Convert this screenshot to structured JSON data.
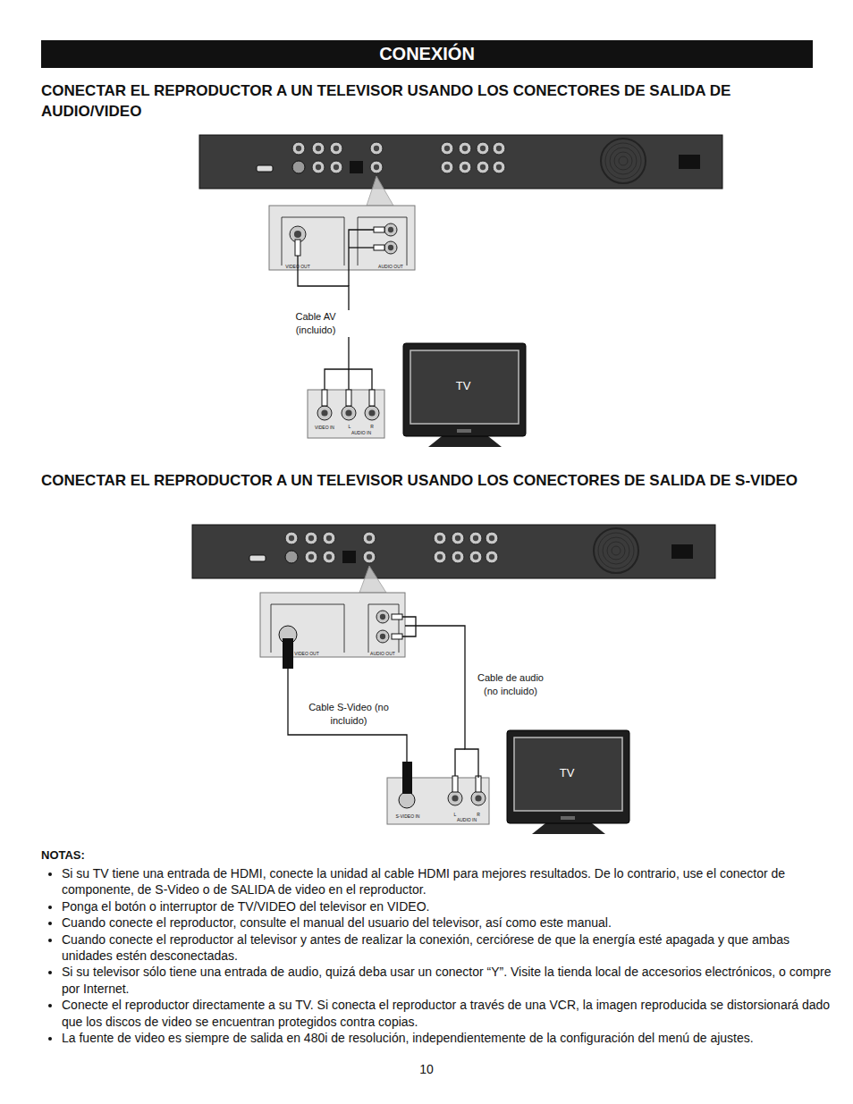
{
  "diagram": {
    "title": "CONEXIÓN",
    "nodes": [
      {
        "text": [
          "VIDEO OUT",
          "AUDIO OUT"
        ]
      },
      {
        "text": [
          "VIDEO IN",
          "L",
          "R",
          "AUDIO IN"
        ]
      },
      {
        "text": [
          "TV"
        ]
      },
      {
        "text": [
          "VIDEO OUT",
          "AUDIO OUT"
        ]
      },
      {
        "text": [
          "S-VIDEO IN",
          "L",
          "R",
          "AUDIO IN"
        ]
      },
      {
        "text": [
          "TV"
        ]
      }
    ],
    "edges": [
      {
        "from": 0,
        "to": 1,
        "arrow": "none",
        "label": "Cable AV (incluido)"
      },
      {
        "from": 3,
        "to": 4,
        "arrow": "none",
        "label": "Cable S-Video (no incluido)"
      },
      {
        "from": 3,
        "to": 4,
        "arrow": "none",
        "label": "Cable de audio (no incluido)"
      }
    ],
    "labels": [
      "CONECTAR  EL REPRODUCTOR A UN TELEVISOR USANDO LOS CONECTORES DE SALIDA DE AUDIO/VIDEO",
      "CONECTAR EL REPRODUCTOR A UN TELEVISOR USANDO LOS CONECTORES DE SALIDA DE S-VIDEO",
      "NOTAS:",
      "Si su TV tiene una entrada de HDMI, conecte la unidad al cable HDMI para mejores resultados. De lo contrario, use el conector de componente, de S-Video o de SALIDA de video en el reproductor.",
      "Ponga el botón o interruptor de TV/VIDEO del televisor en VIDEO.",
      "Cuando conecte el reproductor, consulte el manual del usuario del televisor, así como este manual.",
      "Cuando conecte el reproductor al televisor y antes de realizar la conexión, cerciórese de que la energía esté apagada y que ambas unidades estén desconectadas.",
      "Si su televisor sólo tiene una entrada de audio, quizá deba usar un conector “Y”. Visite la tienda local de accesorios electrónicos, o compre por Internet.",
      "Conecte el reproductor directamente a su TV. Si conecta el reproductor a través de una VCR, la imagen reproducida se distorsionará dado que los discos de video se encuentran protegidos contra copias.",
      "La fuente de video es siempre de salida en 480i de resolución, independientemente de la configuración del menú de ajustes.",
      "10"
    ]
  }
}
